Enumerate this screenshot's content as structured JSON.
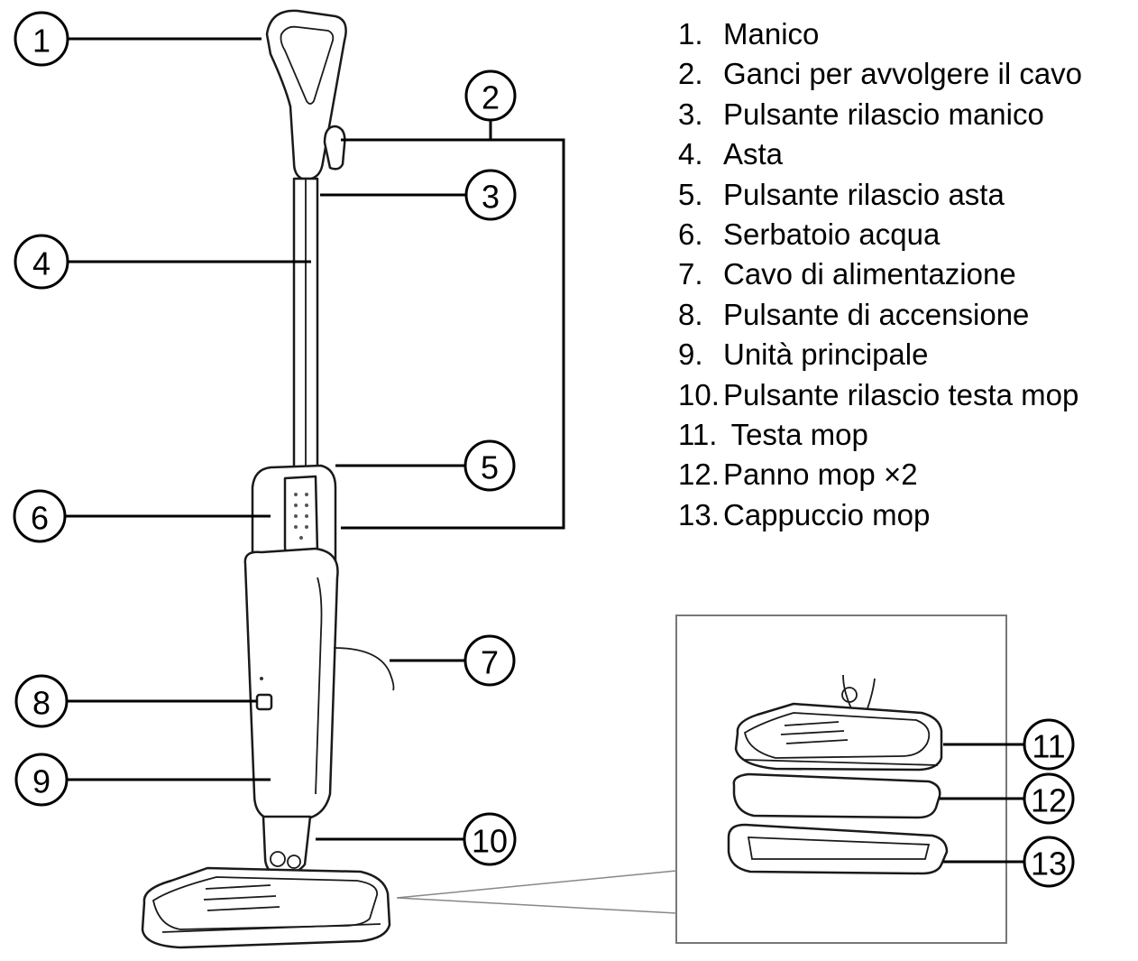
{
  "legend": [
    {
      "num": "1.",
      "label": "Manico"
    },
    {
      "num": "2.",
      "label": "Ganci per avvolgere il cavo"
    },
    {
      "num": "3.",
      "label": "Pulsante rilascio manico"
    },
    {
      "num": "4.",
      "label": "Asta"
    },
    {
      "num": "5.",
      "label": "Pulsante rilascio asta"
    },
    {
      "num": "6.",
      "label": "Serbatoio acqua"
    },
    {
      "num": "7.",
      "label": "Cavo di alimentazione"
    },
    {
      "num": "8.",
      "label": "Pulsante di accensione"
    },
    {
      "num": "9.",
      "label": "Unità principale"
    },
    {
      "num": "10.",
      "label": "Pulsante rilascio testa mop"
    },
    {
      "num": "11.",
      "label": " Testa mop"
    },
    {
      "num": "12.",
      "label": "Panno mop ×2"
    },
    {
      "num": "13.",
      "label": "Cappuccio mop"
    }
  ],
  "callouts": [
    "1",
    "2",
    "3",
    "4",
    "5",
    "6",
    "7",
    "8",
    "9",
    "10",
    "11",
    "12",
    "13"
  ]
}
